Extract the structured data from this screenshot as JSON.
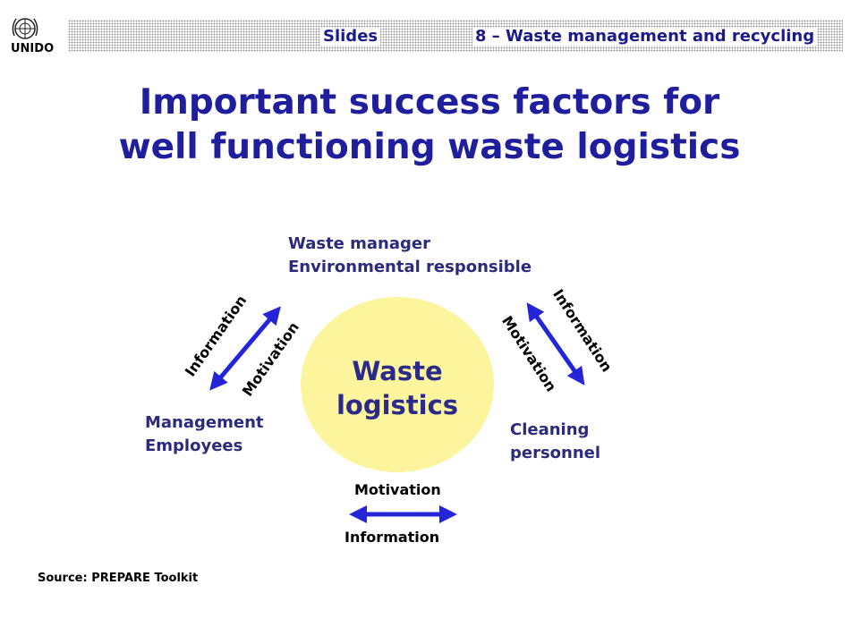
{
  "header": {
    "slides_label": "Slides",
    "topic": "8 – Waste management and recycling",
    "logo_text": "UNIDO"
  },
  "title": {
    "line1": "Important success factors for",
    "line2": "well functioning waste logistics"
  },
  "diagram": {
    "center": {
      "line1": "Waste",
      "line2": "logistics"
    },
    "top_node": {
      "line1": "Waste manager",
      "line2": "Environmental responsible"
    },
    "left_node": {
      "line1": "Management",
      "line2": "Employees"
    },
    "right_node": {
      "line1": "Cleaning",
      "line2": "personnel"
    },
    "left_arrow": {
      "outer": "Information",
      "inner": "Motivation"
    },
    "right_arrow": {
      "outer": "Information",
      "inner": "Motivation"
    },
    "bottom_arrow": {
      "top": "Motivation",
      "bottom": "Information"
    }
  },
  "source": "Source: PREPARE Toolkit",
  "colors": {
    "title": "#1f1f9e",
    "circle": "#fdf59d",
    "arrow": "#2424d8"
  }
}
